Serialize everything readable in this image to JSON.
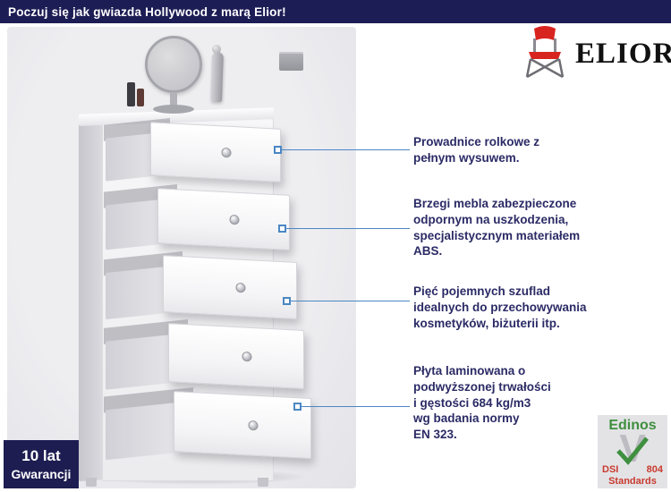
{
  "top_bar": {
    "text": "Poczuj się jak gwiazda Hollywood z marą Elior!"
  },
  "logo": {
    "brand": "ELIOR"
  },
  "callouts": [
    {
      "text": "Prowadnice rolkowe z\npełnym wysuwem."
    },
    {
      "text": "Brzegi mebla zabezpieczone\nodpornym na uszkodzenia,\nspecjalistycznym materiałem\nABS."
    },
    {
      "text": "Pięć pojemnych szuflad\nidealnych do przechowywania\nkosmetyków, biżuterii itp."
    },
    {
      "text": "Płyta laminowana o\npodwyższonej trwałości\ni gęstości 684 kg/m3\nwg badania normy\nEN 323."
    }
  ],
  "warranty_badge": {
    "line1": "10 lat",
    "line2": "Gwarancji"
  },
  "edinos_badge": {
    "brand": "Edinos",
    "dsi": "DSI",
    "number": "804",
    "standards": "Standards"
  },
  "colors": {
    "banner_navy": "#1d1d55",
    "callout_text": "#2b2b66",
    "connector_blue": "#4b87c4",
    "chair_red": "#d8241f",
    "edinos_green": "#3f8f3f",
    "edinos_red": "#c93a2e"
  }
}
